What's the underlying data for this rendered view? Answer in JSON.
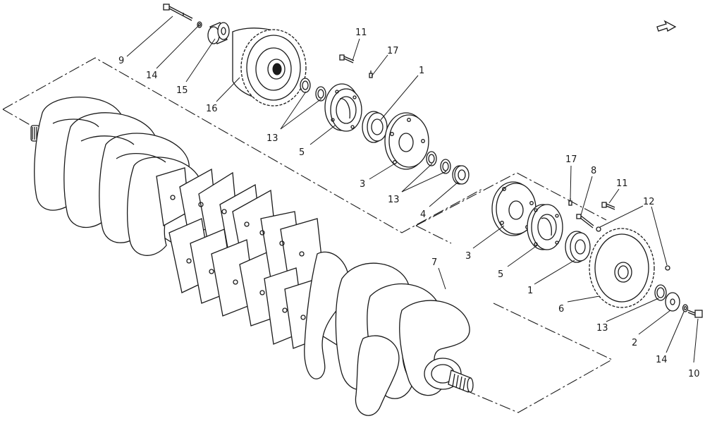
{
  "callouts": [
    {
      "id": "c9",
      "label": "9"
    },
    {
      "id": "c14a",
      "label": "14"
    },
    {
      "id": "c15",
      "label": "15"
    },
    {
      "id": "c16",
      "label": "16"
    },
    {
      "id": "c11a",
      "label": "11"
    },
    {
      "id": "c17a",
      "label": "17"
    },
    {
      "id": "c1a",
      "label": "1"
    },
    {
      "id": "c13a",
      "label": "13"
    },
    {
      "id": "c5a",
      "label": "5"
    },
    {
      "id": "c3a",
      "label": "3"
    },
    {
      "id": "c13b",
      "label": "13"
    },
    {
      "id": "c4",
      "label": "4"
    },
    {
      "id": "c17b",
      "label": "17"
    },
    {
      "id": "c8",
      "label": "8"
    },
    {
      "id": "c11b",
      "label": "11"
    },
    {
      "id": "c12",
      "label": "12"
    },
    {
      "id": "c3b",
      "label": "3"
    },
    {
      "id": "c5b",
      "label": "5"
    },
    {
      "id": "c1b",
      "label": "1"
    },
    {
      "id": "c6",
      "label": "6"
    },
    {
      "id": "c13c",
      "label": "13"
    },
    {
      "id": "c2",
      "label": "2"
    },
    {
      "id": "c14b",
      "label": "14"
    },
    {
      "id": "c10",
      "label": "10"
    },
    {
      "id": "c7",
      "label": "7"
    }
  ],
  "icons": {
    "orientation": "arrow-icon"
  }
}
